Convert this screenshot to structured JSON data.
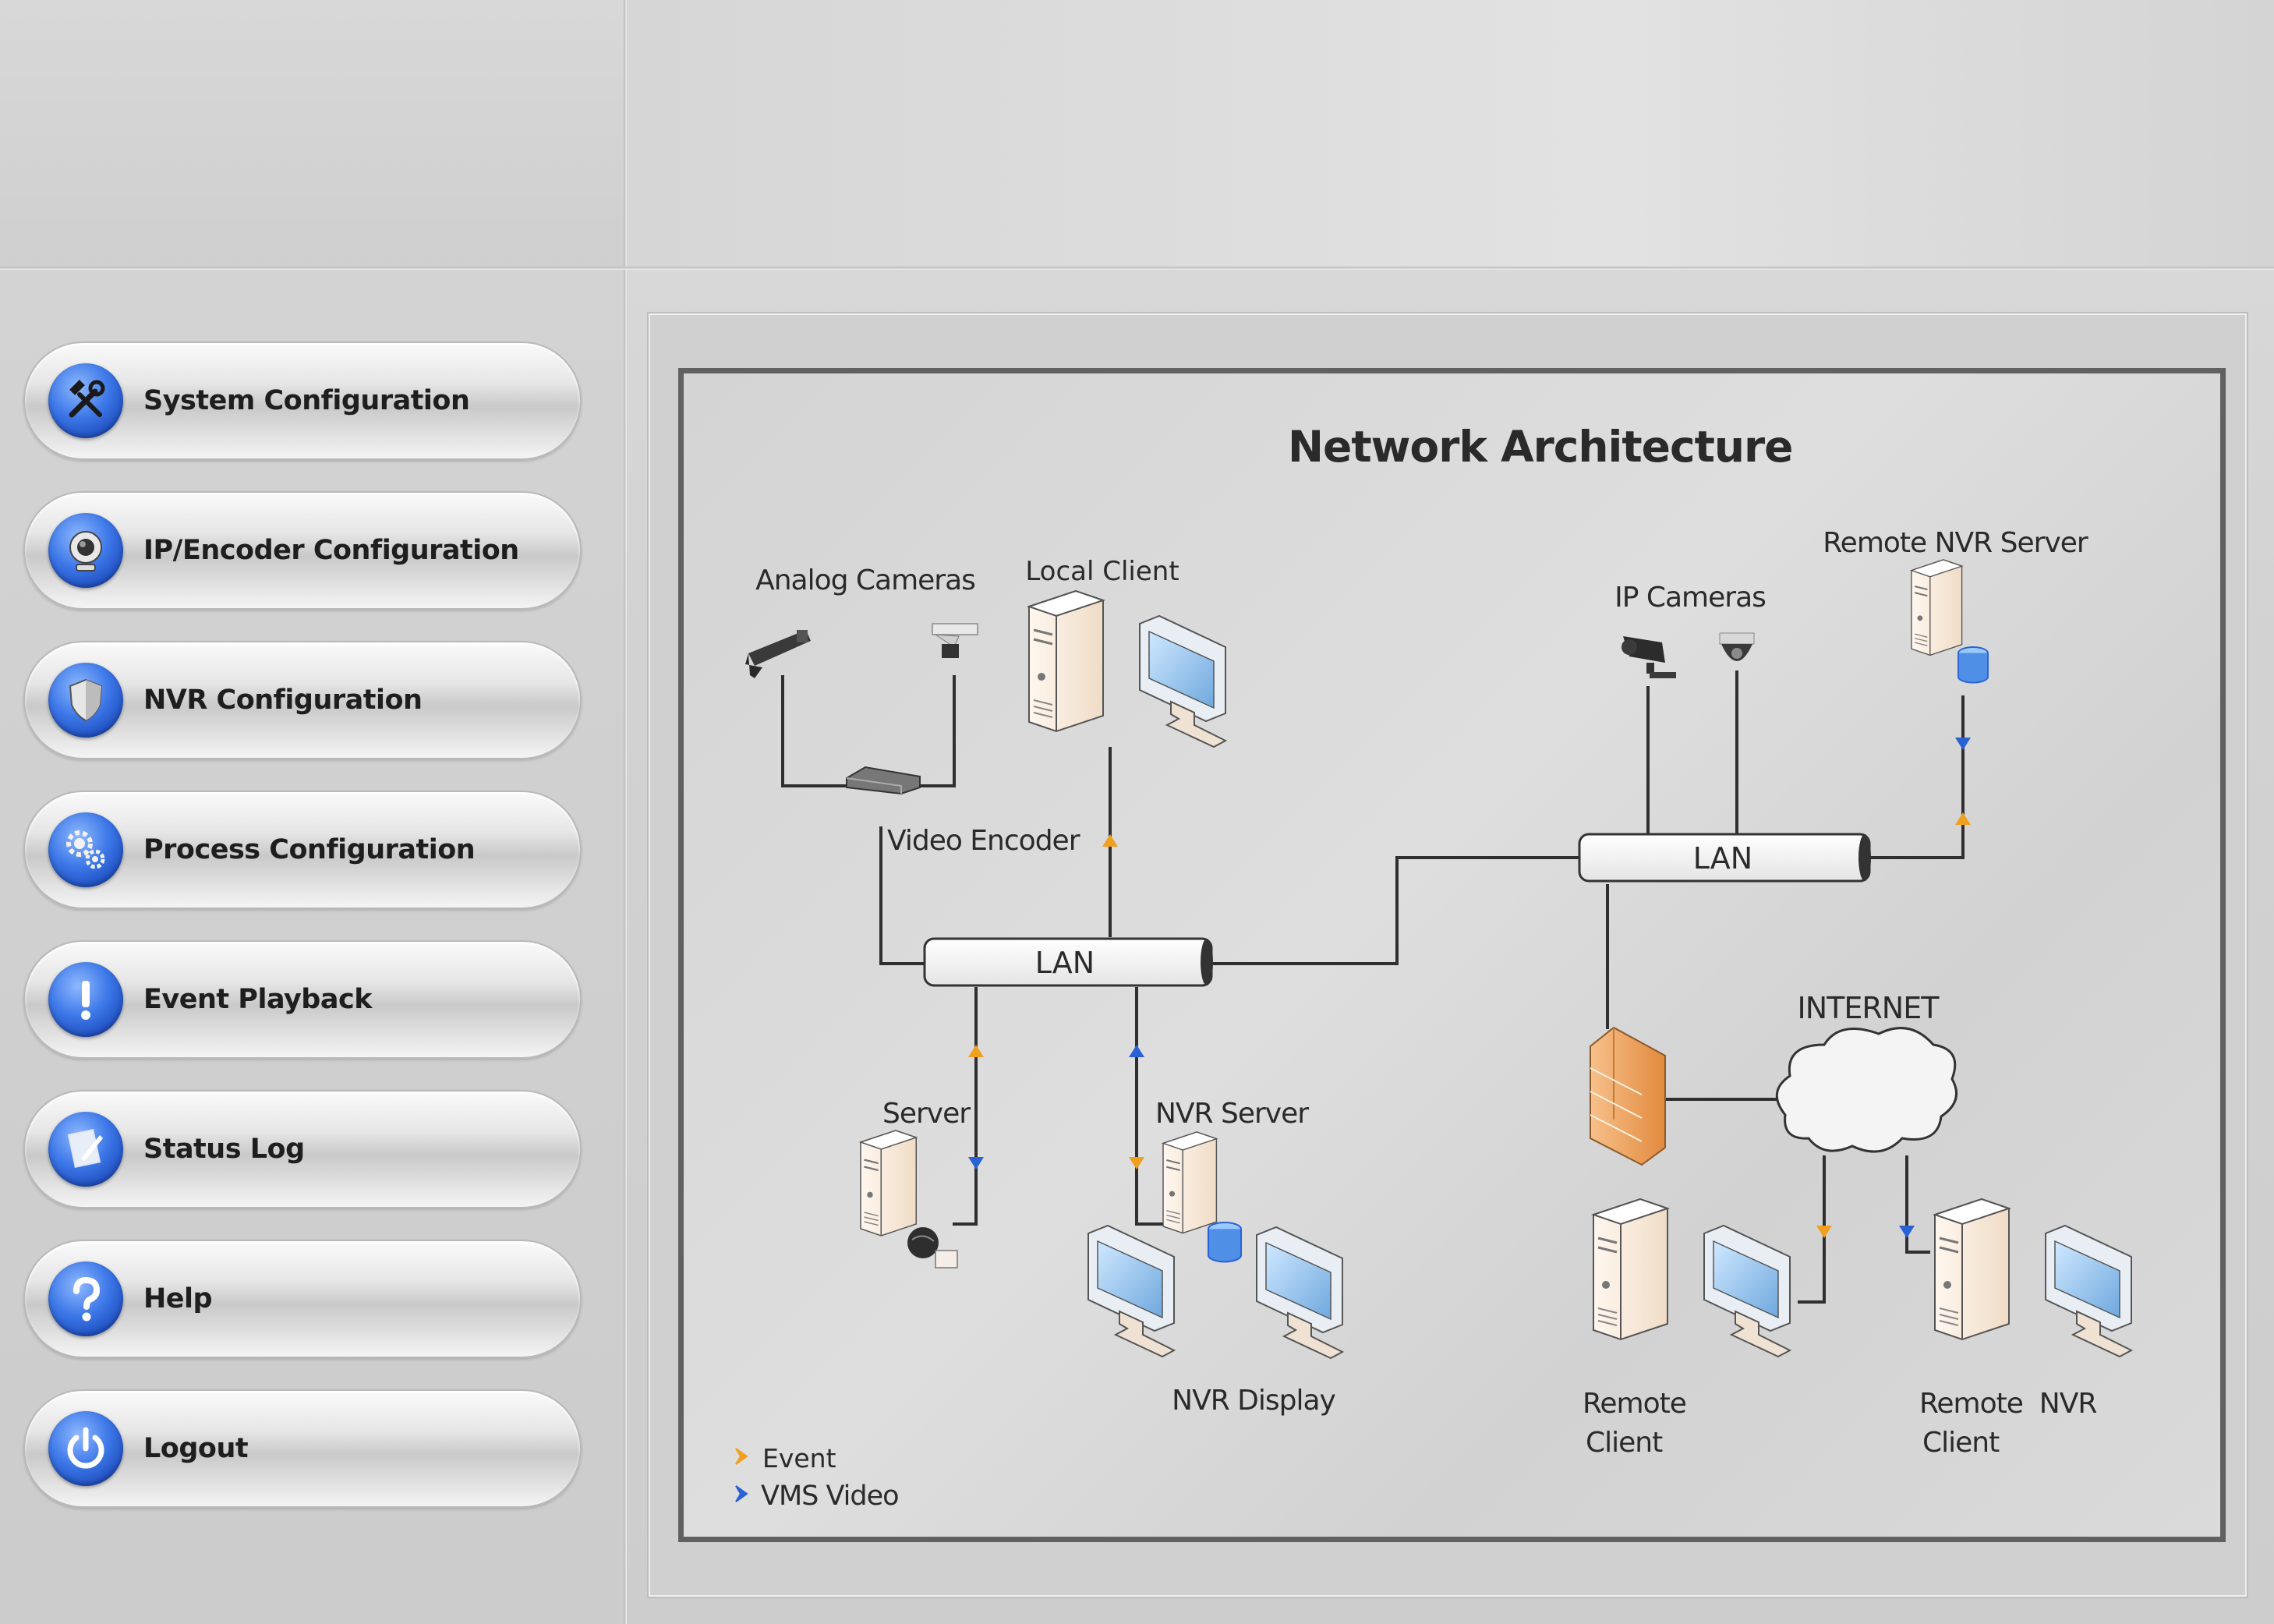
{
  "sidebar": {
    "items": [
      {
        "label": "System Configuration",
        "icon": "tools-icon"
      },
      {
        "label": "IP/Encoder Configuration",
        "icon": "webcam-icon"
      },
      {
        "label": "NVR Configuration",
        "icon": "shield-icon"
      },
      {
        "label": "Process Configuration",
        "icon": "gears-icon"
      },
      {
        "label": "Event Playback",
        "icon": "exclamation-icon"
      },
      {
        "label": "Status Log",
        "icon": "note-pencil-icon"
      },
      {
        "label": "Help",
        "icon": "question-icon"
      },
      {
        "label": "Logout",
        "icon": "power-icon"
      }
    ]
  },
  "diagram": {
    "title": "Network Architecture",
    "labels": {
      "analog_cameras": "Analog Cameras",
      "local_client": "Local Client",
      "ip_cameras": "IP Cameras",
      "remote_nvr_server": "Remote NVR Server",
      "video_encoder": "Video Encoder",
      "lan_left": "LAN",
      "lan_right": "LAN",
      "internet": "INTERNET",
      "server": "Server",
      "nvr_server": "NVR Server",
      "nvr_display": "NVR Display",
      "remote_client_1": "Remote",
      "remote_client_2": "Client",
      "remote_nvr_client_1": "Remote  NVR",
      "remote_nvr_client_2": "Client"
    },
    "legend": [
      {
        "label": "Event",
        "color": "#f0a020"
      },
      {
        "label": "VMS Video",
        "color": "#2a62d6"
      }
    ]
  },
  "colors": {
    "accent_blue": "#2a62d6",
    "event_orange": "#f0a020",
    "frame": "#616161"
  }
}
